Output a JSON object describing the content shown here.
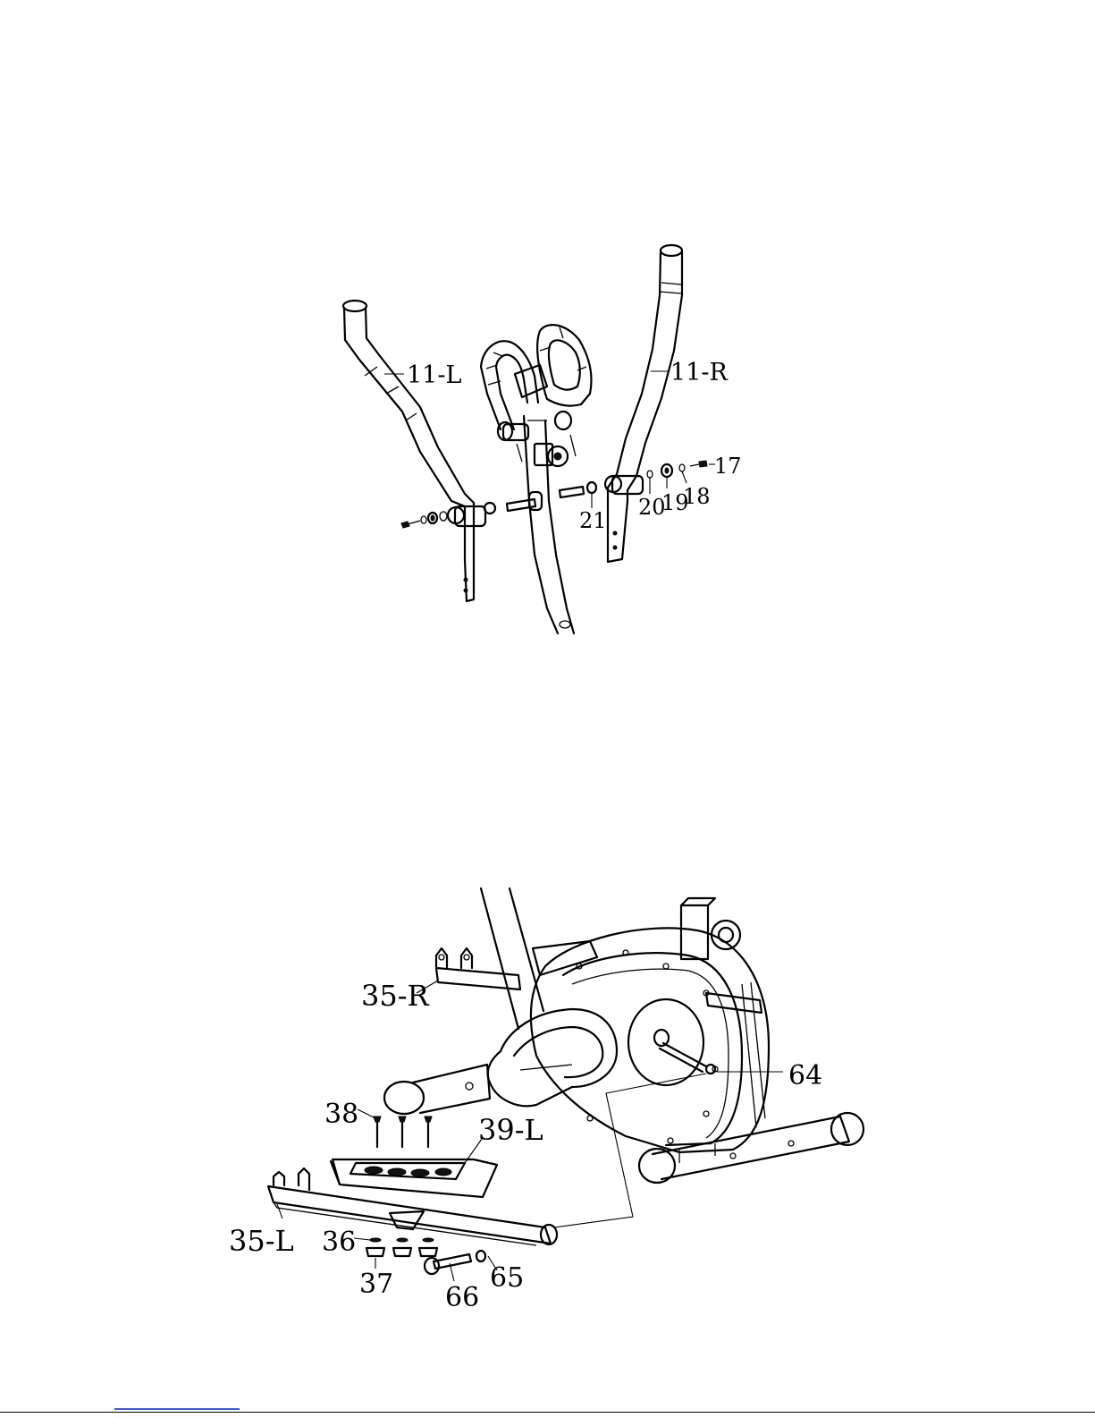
{
  "figure1": {
    "labels": {
      "handlebar_left": "11-L",
      "handlebar_right": "11-R",
      "bolt": "17",
      "washer_small": "18",
      "washer_large": "19",
      "washer_curved": "20",
      "bushing": "21"
    }
  },
  "figure2": {
    "labels": {
      "rail_right": "35-R",
      "rail_left": "35-L",
      "washer": "36",
      "knob_nut": "37",
      "screw": "38",
      "pedal_left": "39-L",
      "axle": "64",
      "nut": "65",
      "bolt": "66"
    }
  },
  "colors": {
    "line": "#000000",
    "background": "#ffffff",
    "footer_link": "#3a5bd9"
  }
}
